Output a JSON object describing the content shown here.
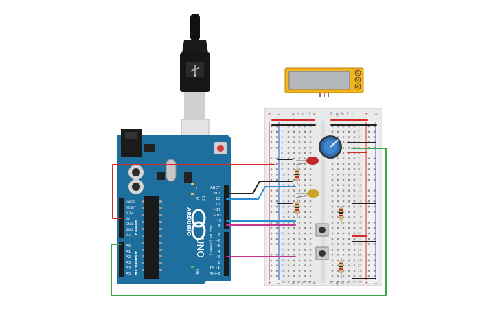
{
  "board": {
    "brand": "ARDUINO",
    "model": "UNO",
    "header_digital": "DIGITAL (PWM~)",
    "header_power": "POWER",
    "header_analog": "ANALOG IN",
    "label_l": "L",
    "label_tx": "TX",
    "label_rx": "RX",
    "label_on": "ON",
    "power_pins": [
      "IOREF",
      "RESET",
      "3.3V",
      "5V",
      "GND",
      "GND",
      "Vin"
    ],
    "analog_pins": [
      "A0",
      "A1",
      "A2",
      "A3",
      "A4",
      "A5"
    ],
    "digital_top_pins": [
      "AREF",
      "GND",
      "13",
      "12",
      "~11",
      "~10",
      "~9",
      "8"
    ],
    "digital_bottom_pins": [
      "7",
      "~6",
      "~5",
      "4",
      "~3",
      "2",
      "TX→1",
      "RX←0"
    ]
  },
  "breadboard": {
    "columns_left": [
      "a",
      "b",
      "c",
      "d",
      "e"
    ],
    "columns_right": [
      "f",
      "g",
      "h",
      "i",
      "j"
    ],
    "rail_plus": "+",
    "rail_minus": "−",
    "row_numbers": [
      "1",
      "2",
      "3",
      "4",
      "5",
      "6",
      "7",
      "8",
      "9",
      "10",
      "11",
      "12",
      "13",
      "14",
      "15",
      "16",
      "17",
      "18",
      "19",
      "20",
      "21",
      "22",
      "23",
      "24",
      "25",
      "26",
      "27",
      "28",
      "29",
      "30"
    ]
  },
  "lcd": {
    "pin_labels": [
      "G",
      "V",
      "S"
    ]
  },
  "colors": {
    "board_blue": "#1f6f9e",
    "wire_red": "#d42a2a",
    "wire_black": "#222222",
    "wire_blue": "#2a8fd0",
    "wire_magenta": "#c2378f",
    "wire_green": "#3aa84a",
    "lcd_frame": "#f5b31c",
    "led_red": "#c0282b",
    "led_yellow": "#c9a52a",
    "pot_blue": "#2f6fb3"
  }
}
